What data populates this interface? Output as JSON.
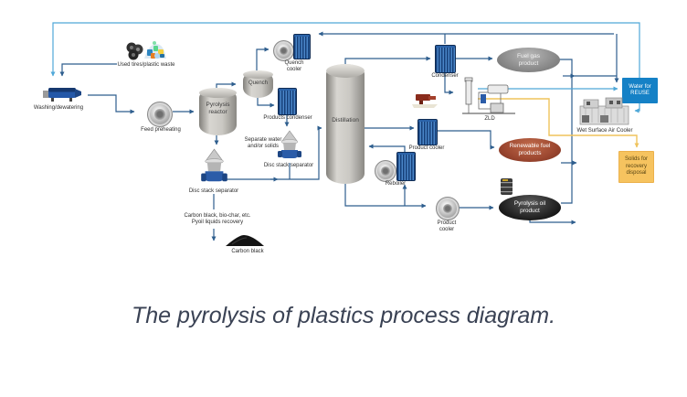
{
  "caption": "The pyrolysis of plastics process diagram.",
  "labels": {
    "used_waste": "Used tires/plastic waste",
    "washing": "Washing/dewatering",
    "feed_preheating": "Feed preheating",
    "pyrolysis_reactor": "Pyrolysis\nreactor",
    "quench": "Quench",
    "quench_cooler": "Quench\ncooler",
    "products_condenser": "Products condenser",
    "separate_water": "Separate water\nand/or solids",
    "disc_stack_separator_mid": "Disc stack separator",
    "disc_stack_separator_left": "Disc stack separator",
    "carbon_note": "Carbon black, bio-char, etc.\nPyoil liquids recovery",
    "carbon_black": "Carbon black",
    "distillation": "Distillation",
    "condenser": "Condenser",
    "fuel_gas_product": "Fuel gas\nproduct",
    "zld": "ZLD",
    "water_for_reuse": "Water for\nREUSE",
    "wet_surface_air_cooler": "Wet Surface Air Cooler",
    "solids_disposal": "Solids for\nrecovery\ndisposal",
    "product_cooler_top": "Product cooler",
    "renewable_fuel_products": "Renewable fuel\nproducts",
    "reboiler": "Reboiler",
    "product_cooler_bottom": "Product\ncooler",
    "pyrolysis_oil_product": "Pyrolysis oil\nproduct"
  },
  "colors": {
    "line_dark": "#2E5E8E",
    "line_water": "#4FA8D8",
    "line_solids": "#EFC35C",
    "reuse_box": "#1581C6",
    "solids_box": "#F6C35F",
    "fuel_gas": "#8a8a8a",
    "renewable_fuel": "#9c4730",
    "pyrolysis_oil": "#1a1a1a"
  }
}
